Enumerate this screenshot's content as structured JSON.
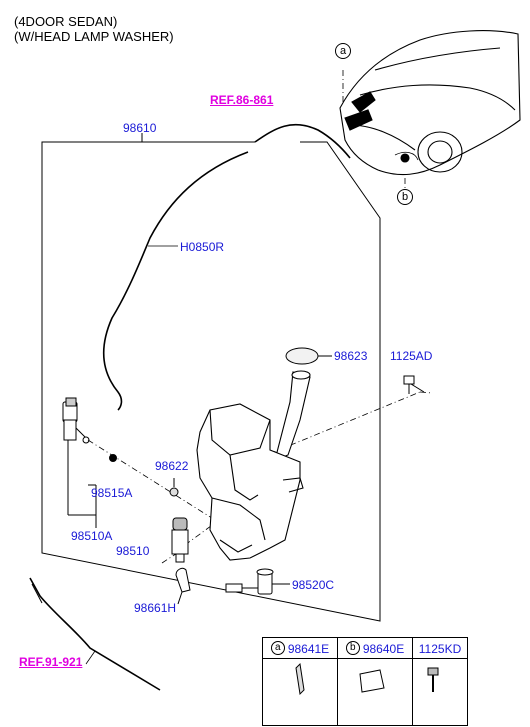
{
  "header": {
    "line1": "(4DOOR SEDAN)",
    "line2": "(W/HEAD LAMP WASHER)"
  },
  "refs": {
    "ref_top": "REF.86-861",
    "ref_bottom": "REF.91-921"
  },
  "parts": {
    "p98610": "98610",
    "p_h0850r": "H0850R",
    "p98623": "98623",
    "p1125ad": "1125AD",
    "p98622": "98622",
    "p98515a": "98515A",
    "p98510a": "98510A",
    "p98510": "98510",
    "p98520c": "98520C",
    "p98661h": "98661H"
  },
  "callouts": {
    "a": "a",
    "b": "b"
  },
  "legend": {
    "col_a_letter": "a",
    "col_a_part": "98641E",
    "col_b_letter": "b",
    "col_b_part": "98640E",
    "col_c_part": "1125KD"
  }
}
